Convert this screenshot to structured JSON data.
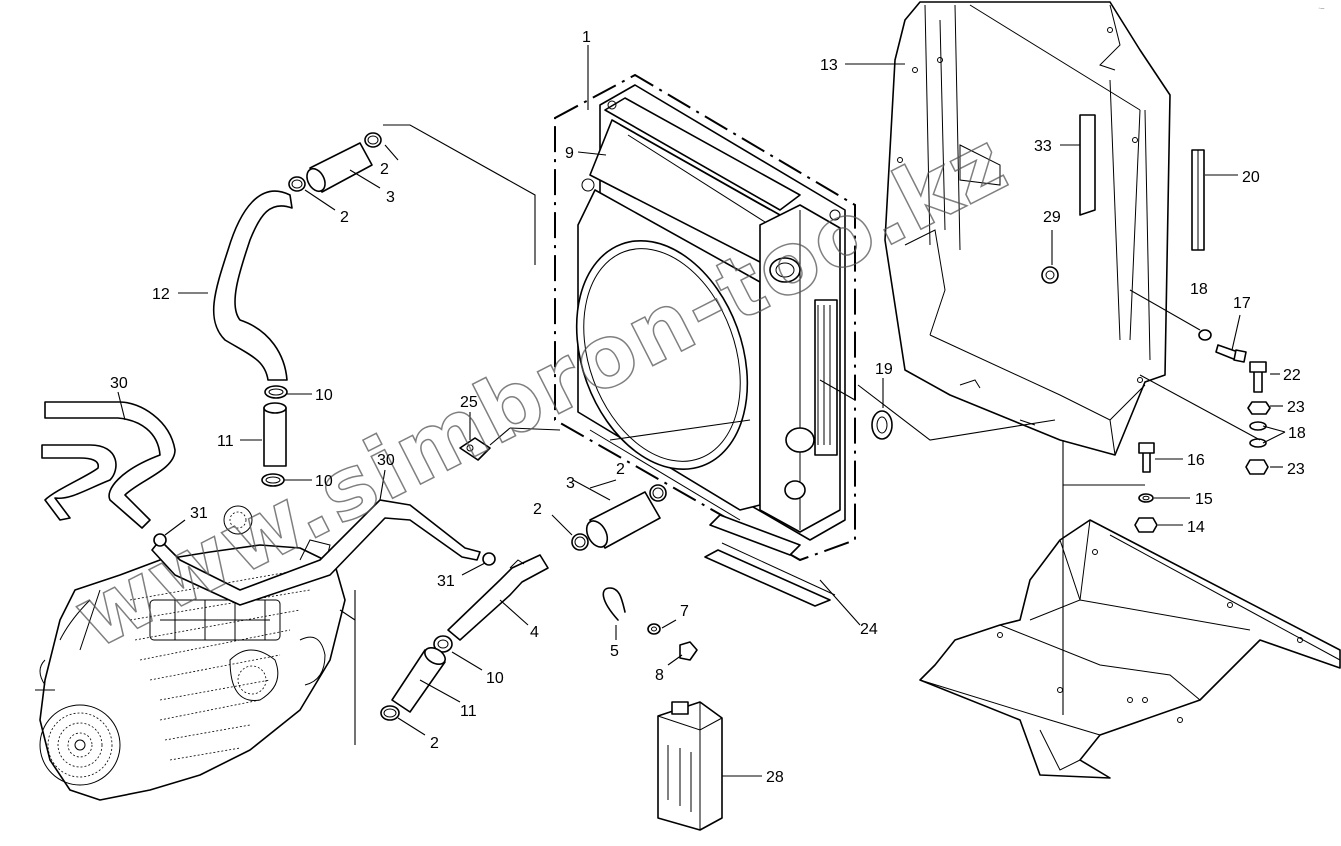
{
  "watermark": "www.simbron-too.kz",
  "corner_mark": "·–",
  "callouts": [
    {
      "id": "c1",
      "text": "1"
    },
    {
      "id": "c2a",
      "text": "2"
    },
    {
      "id": "c2b",
      "text": "2"
    },
    {
      "id": "c2c",
      "text": "2"
    },
    {
      "id": "c2d",
      "text": "2"
    },
    {
      "id": "c2e",
      "text": "2"
    },
    {
      "id": "c3a",
      "text": "3"
    },
    {
      "id": "c3b",
      "text": "3"
    },
    {
      "id": "c4",
      "text": "4"
    },
    {
      "id": "c5",
      "text": "5"
    },
    {
      "id": "c7",
      "text": "7"
    },
    {
      "id": "c8",
      "text": "8"
    },
    {
      "id": "c9",
      "text": "9"
    },
    {
      "id": "c10a",
      "text": "10"
    },
    {
      "id": "c10b",
      "text": "10"
    },
    {
      "id": "c10c",
      "text": "10"
    },
    {
      "id": "c11a",
      "text": "11"
    },
    {
      "id": "c11b",
      "text": "11"
    },
    {
      "id": "c12",
      "text": "12"
    },
    {
      "id": "c13",
      "text": "13"
    },
    {
      "id": "c14",
      "text": "14"
    },
    {
      "id": "c15",
      "text": "15"
    },
    {
      "id": "c16",
      "text": "16"
    },
    {
      "id": "c17",
      "text": "17"
    },
    {
      "id": "c18a",
      "text": "18"
    },
    {
      "id": "c18b",
      "text": "18"
    },
    {
      "id": "c19",
      "text": "19"
    },
    {
      "id": "c20",
      "text": "20"
    },
    {
      "id": "c22",
      "text": "22"
    },
    {
      "id": "c23a",
      "text": "23"
    },
    {
      "id": "c23b",
      "text": "23"
    },
    {
      "id": "c24",
      "text": "24"
    },
    {
      "id": "c25",
      "text": "25"
    },
    {
      "id": "c28",
      "text": "28"
    },
    {
      "id": "c29",
      "text": "29"
    },
    {
      "id": "c30a",
      "text": "30"
    },
    {
      "id": "c30b",
      "text": "30"
    },
    {
      "id": "c31a",
      "text": "31"
    },
    {
      "id": "c31b",
      "text": "31"
    },
    {
      "id": "c33",
      "text": "33"
    }
  ]
}
